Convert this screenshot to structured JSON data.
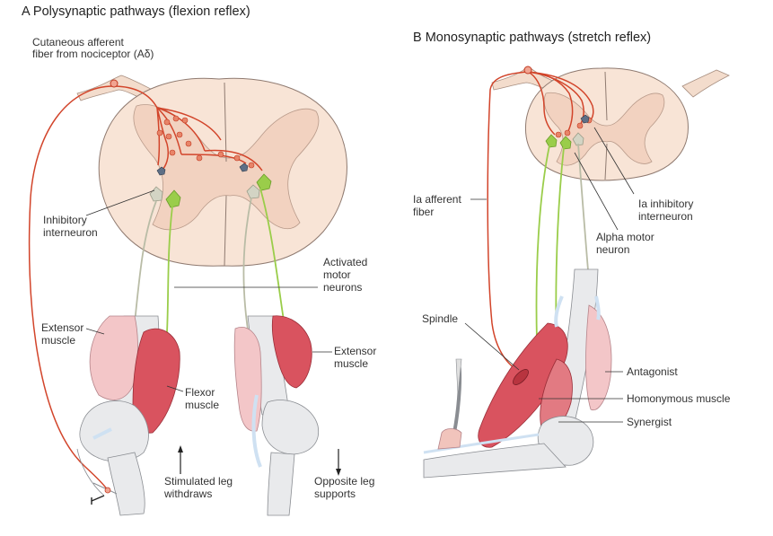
{
  "panel_a": {
    "title": "A  Polysynaptic pathways (flexion reflex)",
    "labels": {
      "cutaneous_1": "Cutaneous afferent",
      "cutaneous_2": "fiber from nociceptor (Aδ)",
      "inhibitory_1": "Inhibitory",
      "inhibitory_2": "interneuron",
      "activated_1": "Activated",
      "activated_2": "motor",
      "activated_3": "neurons",
      "extensor_left_1": "Extensor",
      "extensor_left_2": "muscle",
      "flexor_1": "Flexor",
      "flexor_2": "muscle",
      "extensor_right_1": "Extensor",
      "extensor_right_2": "muscle",
      "stimulated_1": "Stimulated leg",
      "stimulated_2": "withdraws",
      "opposite_1": "Opposite leg",
      "opposite_2": "supports"
    }
  },
  "panel_b": {
    "title": "B  Monosynaptic pathways (stretch reflex)",
    "labels": {
      "ia_afferent_1": "Ia afferent",
      "ia_afferent_2": "fiber",
      "ia_inhib_1": "Ia inhibitory",
      "ia_inhib_2": "interneuron",
      "alpha_1": "Alpha motor",
      "alpha_2": "neuron",
      "spindle": "Spindle",
      "antagonist": "Antagonist",
      "homonymous": "Homonymous muscle",
      "synergist": "Synergist"
    }
  },
  "colors": {
    "afferent": "#d2442a",
    "motor": "#9acd4a",
    "inhibitory": "#b9bca6",
    "interneuron_body": "#5e6f86",
    "cord_outer": "#f8e4d6",
    "cord_gray": "#f2d2c0",
    "muscle_active": "#d9535f",
    "muscle_light": "#f3c6c8",
    "bone": "#e9eaec",
    "tendon": "#cfe1f2"
  }
}
